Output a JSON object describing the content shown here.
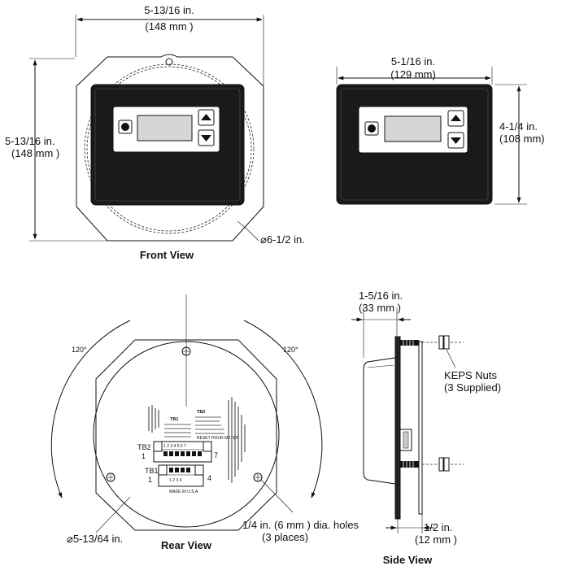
{
  "front_view": {
    "caption": "Front View",
    "width_in": "5-13/16 in.",
    "width_mm": "(148 mm )",
    "height_in": "5-13/16 in.",
    "height_mm": "(148 mm )",
    "diameter": "⌀6-1/2 in."
  },
  "panel_view": {
    "width_in": "5-1/16 in.",
    "width_mm": "(129 mm)",
    "height_in": "4-1/4 in.",
    "height_mm": "(108 mm)"
  },
  "rear_view": {
    "caption": "Rear View",
    "angle_left": "120°",
    "angle_right": "120°",
    "diameter": "⌀5-13/64 in.",
    "holes_line1": "1/4 in. (6 mm ) dia. holes",
    "holes_line2": "(3 places)",
    "tb1": "TB1",
    "tb2": "TB2",
    "tb2_left_num": "1",
    "tb2_right_num": "7",
    "tb1_left_num": "1",
    "tb1_right_num": "4",
    "tb1_pins": "1 2 3 4",
    "tb2_pins": "1 2 3 4 5 6 7",
    "made_in": "MADE IN U.S.A.",
    "reset_label": "RESET HOUR METER"
  },
  "side_view": {
    "caption": "Side View",
    "depth_in": "1-5/16 in.",
    "depth_mm": "(33 mm )",
    "nuts_line1": "KEPS Nuts",
    "nuts_line2": "(3 Supplied)",
    "thickness_in": "1/2 in.",
    "thickness_mm": "(12 mm )"
  }
}
